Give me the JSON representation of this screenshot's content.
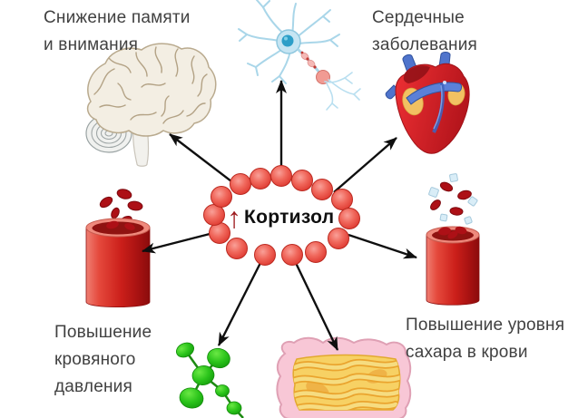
{
  "diagram": {
    "center_label": "Кортизол",
    "up_arrow_glyph": "↑"
  },
  "labels": {
    "memory": "Снижение памяти\nи внимания",
    "heart_disease": "Сердечные\nзаболевания",
    "blood_pressure": "Повышение\nкровяного\nдавления",
    "blood_sugar": "Повышение уровня\nсахара в крови"
  },
  "illustrations": {
    "brain": "brain",
    "neuron": "neuron",
    "heart": "heart",
    "vessel_left": "blood-vessel-with-red-blood-cells",
    "vessel_right": "blood-vessel-with-sugar-crystals",
    "molecule": "glucose-molecule",
    "intestine": "intestine",
    "ring": "ring-of-cortisol-molecules"
  },
  "colors": {
    "background": "#ffffff",
    "cortisol_sphere": "#e8453a",
    "cortisol_up_arrow": "#9e1b1e",
    "connector_arrow": "#111111",
    "label_text": "#414141",
    "vessel_red": "#c71f1a",
    "molecule_green": "#2bc41b",
    "intestine_pink": "#f8c7d6",
    "intestine_yellow": "#f7d164"
  }
}
